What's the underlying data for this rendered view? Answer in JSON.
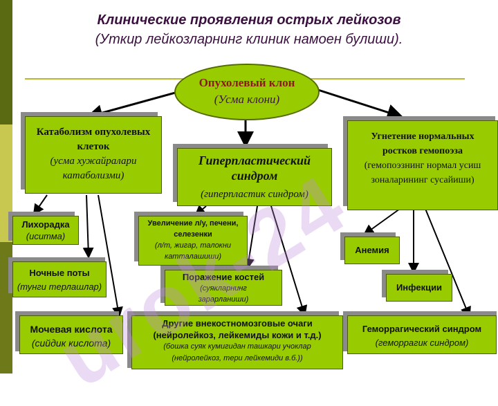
{
  "title_main": "Клинические проявления острых лейкозов",
  "title_sub": "(Уткир лейкозларнинг клиник намоен булиши).",
  "watermark": "urok-24",
  "colors": {
    "box_fill": "#99cc00",
    "title": "#3b1040",
    "root_text": "#8b1a1a"
  },
  "root": {
    "label": "Опухолевый клон",
    "sub": "(Усма клони)"
  },
  "catabolism": {
    "label": "Катаболизм опухолевых клеток",
    "sub": "(усма хужайралари катаболизми)"
  },
  "hyperplastic": {
    "label": "Гиперпластический синдром",
    "sub": "(гиперпластик синдром)"
  },
  "suppression": {
    "label": "Угнетение нормальных ростков гемопоэза",
    "sub": "(гемопоэзнинг нормал усиш зоналарининг сусайиши)"
  },
  "fever": {
    "label": "Лихорадка",
    "sub": "(иситма)"
  },
  "sweats": {
    "label": "Ночные поты",
    "sub": "(тунги терлашлар)"
  },
  "uric": {
    "label": "Мочевая кислота",
    "sub": "(сийдик кислота)"
  },
  "enlargement": {
    "label": "Увеличение л/у, печени, селезенки",
    "sub": "(л/т, жигар, талокни катталашиши)"
  },
  "bones": {
    "label": "Поражение костей",
    "sub": "(суякларнинг зарарланиши)"
  },
  "other": {
    "label": "Другие внекостномозговые очаги (нейролейкоз, лейкемиды кожи и т.д.)",
    "sub": "(бошка суяк кумигидан ташкари учоклар (нейролейкоз, тери лейкемиди в.б.))"
  },
  "anemia": {
    "label": "Анемия"
  },
  "infections": {
    "label": "Инфекции"
  },
  "hemorrhagic": {
    "label": "Геморрагический синдром",
    "sub": "(геморрагик синдром)"
  }
}
